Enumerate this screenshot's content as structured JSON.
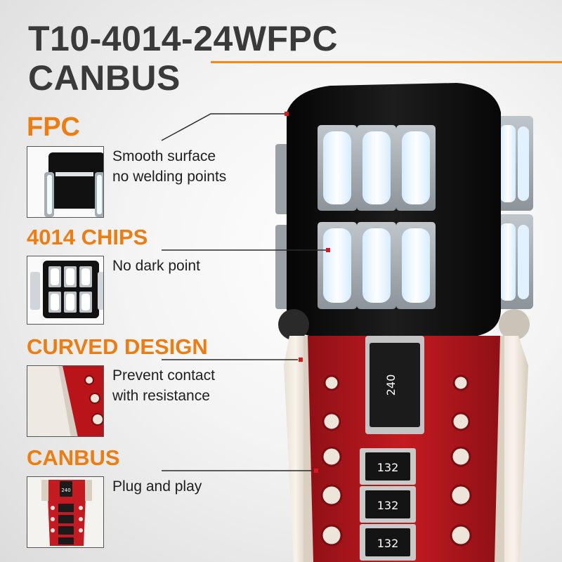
{
  "title": {
    "line1": "T10-4014-24WFPC",
    "line2": "CANBUS"
  },
  "features": [
    {
      "heading": "FPC",
      "description": [
        "Smooth surface",
        "no welding points"
      ]
    },
    {
      "heading": "4014 CHIPS",
      "description": [
        "No dark point"
      ]
    },
    {
      "heading": "CURVED DESIGN",
      "description": [
        "Prevent contact",
        "with resistance"
      ]
    },
    {
      "heading": "CANBUS",
      "description": [
        "Plug and play"
      ]
    }
  ],
  "resistor_labels": {
    "main": "240",
    "small": [
      "132",
      "132",
      "132"
    ]
  },
  "colors": {
    "accent": "#ec7d13",
    "title": "#3a3a3a",
    "pointer_dot": "#e0161b",
    "board": "#c0171d",
    "led": "#f4fbff"
  }
}
